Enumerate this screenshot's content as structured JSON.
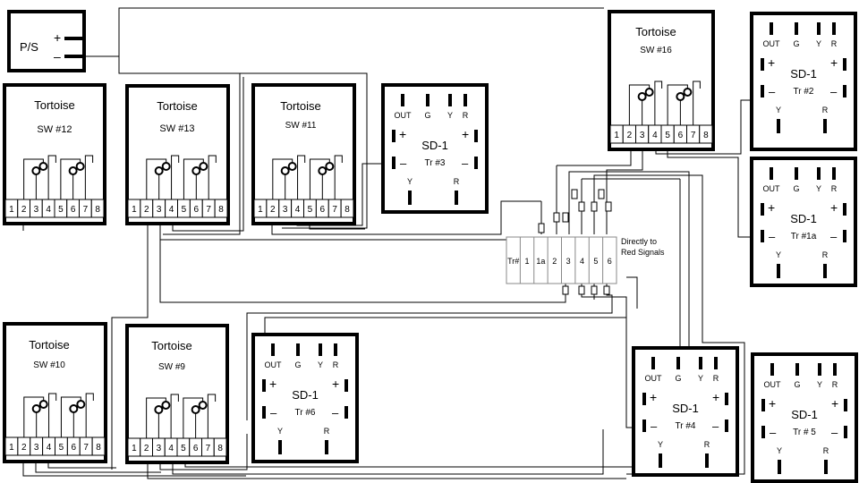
{
  "power_supply": {
    "label": "P/S",
    "plus": "+",
    "minus": "–"
  },
  "tortoise": {
    "title": "Tortoise",
    "pins": [
      "1",
      "2",
      "3",
      "4",
      "5",
      "6",
      "7",
      "8"
    ],
    "units": [
      {
        "id": "sw12",
        "name": "SW #12"
      },
      {
        "id": "sw13",
        "name": "SW #13"
      },
      {
        "id": "sw11",
        "name": "SW #11"
      },
      {
        "id": "sw16",
        "name": "SW #16"
      },
      {
        "id": "sw10",
        "name": "SW #10"
      },
      {
        "id": "sw9",
        "name": "SW #9"
      }
    ]
  },
  "sd1": {
    "title": "SD-1",
    "pin_labels": [
      "OUT",
      "G",
      "Y",
      "R"
    ],
    "plus": "+",
    "minus": "–",
    "bottom_labels": [
      "Y",
      "R"
    ],
    "units": [
      {
        "id": "tr3",
        "name": "Tr #3"
      },
      {
        "id": "tr2",
        "name": "Tr #2"
      },
      {
        "id": "tr1a",
        "name": "Tr #1a"
      },
      {
        "id": "tr6",
        "name": "Tr #6"
      },
      {
        "id": "tr4",
        "name": "Tr #4"
      },
      {
        "id": "tr5",
        "name": "Tr # 5"
      }
    ]
  },
  "terminal_strip": {
    "labels": [
      "Tr#",
      "1",
      "1a",
      "2",
      "3",
      "4",
      "5",
      "6"
    ],
    "note_line1": "Directly to",
    "note_line2": "Red Signals"
  }
}
